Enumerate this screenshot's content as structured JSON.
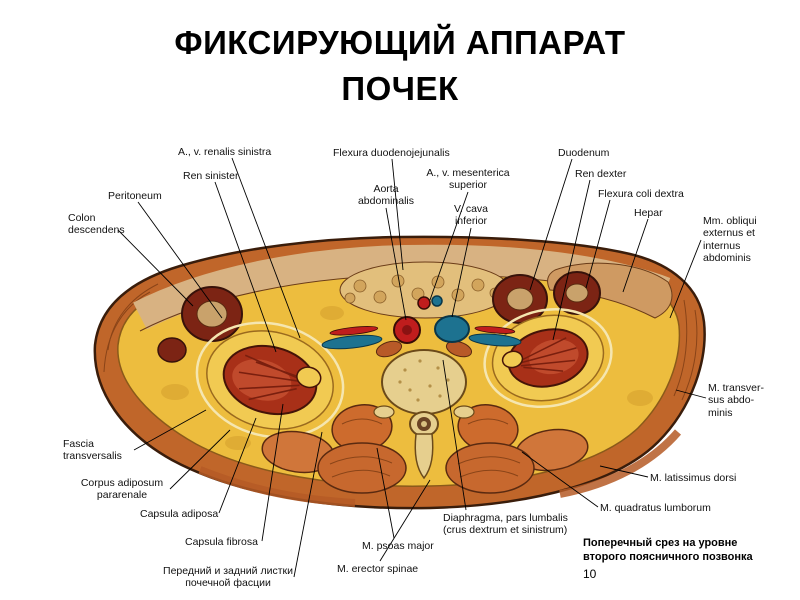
{
  "title": {
    "line1": "ФИКСИРУЮЩИЙ АППАРАТ",
    "line2": "ПОЧЕК"
  },
  "labels": {
    "renalis_sinistra": "A., v. renalis sinistra",
    "ren_sinister": "Ren sinister",
    "peritoneum": "Peritoneum",
    "colon_descendens": "Colon descendens",
    "flexura_duodenojejunalis": "Flexura duodenojejunalis",
    "aorta_abdominalis": "Aorta abdominalis",
    "mesenterica_superior": "A., v. mesenterica superior",
    "v_cava_inferior": "V. cava inferior",
    "duodenum": "Duodenum",
    "ren_dexter": "Ren dexter",
    "flexura_coli_dextra": "Flexura coli dextra",
    "hepar": "Hepar",
    "mm_obliqui": "Mm. obliqui externus et internus abdominis",
    "fascia_transversalis": "Fascia transversalis",
    "corpus_adiposum": "Corpus adiposum pararenale",
    "capsula_adiposa": "Capsula adiposa",
    "capsula_fibrosa": "Capsula fibrosa",
    "renal_fascia_ru": "Передний и задний листки почечной фасции",
    "m_psoas_major": "M. psoas major",
    "m_erector_spinae": "M. erector spinae",
    "diaphragma": "Diaphragma, pars lumbalis (crus dextrum et sinistrum)",
    "m_quadratus_lumborum": "M. quadratus lumborum",
    "m_latissimus_dorsi": "M. latissimus dorsi",
    "m_transversus": "M. transver- sus abdo- minis"
  },
  "caption": {
    "text": "Поперечный срез на уровне второго поясничного позвонка",
    "page_number": "10"
  },
  "colors": {
    "aorta_red": "#c01d1d",
    "vein_blue": "#1d7290",
    "fat_yellow": "#edbd3e",
    "muscle_orange": "#c0662a",
    "kidney_red": "#a83018",
    "bone_cream": "#e6cf8e",
    "viscera_tan": "#d8b282"
  }
}
